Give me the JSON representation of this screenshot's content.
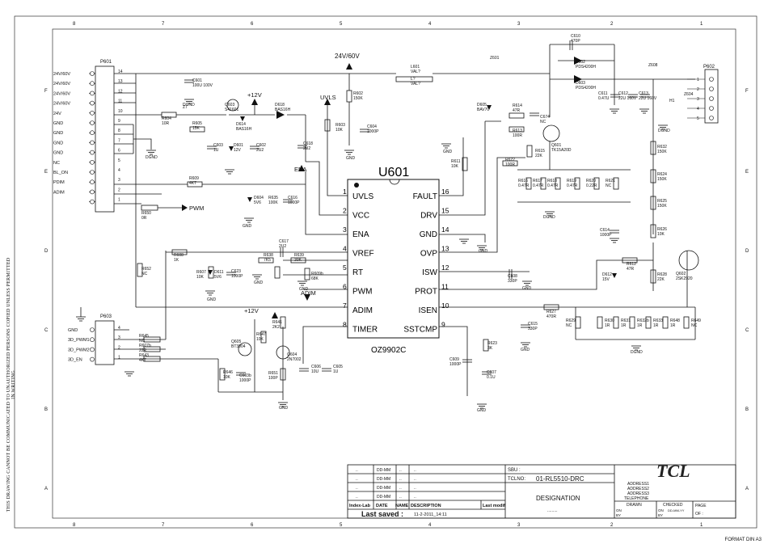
{
  "grid": {
    "columns": [
      "8",
      "7",
      "6",
      "5",
      "4",
      "3",
      "2",
      "1"
    ],
    "rows": [
      "F",
      "E",
      "D",
      "C",
      "B",
      "A"
    ]
  },
  "side_notice": "THIS DRAWING CANNOT BE COMMUNICATED TO UNAUTHORIZED PERSONS COPIED UNLESS PERMITTED IN WRITING",
  "format_note": "FORMAT DIN A3",
  "ic": {
    "ref": "U601",
    "part": "OZ9902C",
    "left_pins": [
      {
        "num": "1",
        "name": "UVLS"
      },
      {
        "num": "2",
        "name": "VCC"
      },
      {
        "num": "3",
        "name": "ENA"
      },
      {
        "num": "4",
        "name": "VREF"
      },
      {
        "num": "5",
        "name": "RT"
      },
      {
        "num": "6",
        "name": "PWM"
      },
      {
        "num": "7",
        "name": "ADIM"
      },
      {
        "num": "8",
        "name": "TIMER"
      }
    ],
    "right_pins": [
      {
        "num": "16",
        "name": "FAULT"
      },
      {
        "num": "15",
        "name": "DRV"
      },
      {
        "num": "14",
        "name": "GND"
      },
      {
        "num": "13",
        "name": "OVP"
      },
      {
        "num": "12",
        "name": "ISW"
      },
      {
        "num": "11",
        "name": "PROT"
      },
      {
        "num": "10",
        "name": "ISEN"
      },
      {
        "num": "9",
        "name": "SSTCMP"
      }
    ]
  },
  "connectors": {
    "p601": {
      "ref": "P601",
      "pins": [
        {
          "num": "14",
          "net": "24V/60V"
        },
        {
          "num": "13",
          "net": "24V/60V"
        },
        {
          "num": "12",
          "net": "24V/60V"
        },
        {
          "num": "11",
          "net": "24V/60V"
        },
        {
          "num": "10",
          "net": "24V"
        },
        {
          "num": "9",
          "net": "GND"
        },
        {
          "num": "8",
          "net": "GND"
        },
        {
          "num": "7",
          "net": "GND"
        },
        {
          "num": "6",
          "net": "GND"
        },
        {
          "num": "5",
          "net": "NC"
        },
        {
          "num": "4",
          "net": "BL_ON"
        },
        {
          "num": "3",
          "net": "PDIM"
        },
        {
          "num": "2",
          "net": "ADIM"
        },
        {
          "num": "1",
          "net": ""
        }
      ]
    },
    "p603": {
      "ref": "P603",
      "pins": [
        {
          "num": "4",
          "net": "GND"
        },
        {
          "num": "3",
          "net": "3D_PWM1"
        },
        {
          "num": "2",
          "net": "3D_PWM2"
        },
        {
          "num": "1",
          "net": "3D_EN"
        }
      ]
    },
    "p602": {
      "ref": "P602",
      "pins": [
        "1",
        "2",
        "3",
        "4",
        "5"
      ]
    }
  },
  "net_labels": {
    "v24_60": "24V/60V",
    "v12a": "+12V",
    "v12b": "+12V",
    "uvls": "UVLS",
    "ena": "ENA",
    "pwm": "PWM",
    "adim": "ADIM",
    "dgnd": "DGND",
    "gnd": "GND",
    "z7": "Z7",
    "z601": "Z601",
    "z608": "Z608",
    "z604": "Z604",
    "h1": "H1"
  },
  "parts": [
    {
      "ref": "L601",
      "val": "VAL?"
    },
    {
      "ref": "L?",
      "val": "VAL?"
    },
    {
      "ref": "C610",
      "val": "470P"
    },
    {
      "ref": "D602",
      "val": "PDS4200H"
    },
    {
      "ref": "D603",
      "val": "PDS4200H"
    },
    {
      "ref": "C601",
      "val": "100U 100V"
    },
    {
      "ref": "R604",
      "val": "10R"
    },
    {
      "ref": "Q603",
      "val": "S41601"
    },
    {
      "ref": "D618",
      "val": "BAS16H"
    },
    {
      "ref": "D614",
      "val": "BAS16H"
    },
    {
      "ref": "R605",
      "val": "15K"
    },
    {
      "ref": "C603",
      "val": "1U"
    },
    {
      "ref": "D601",
      "val": "12V"
    },
    {
      "ref": "C602",
      "val": "2U2"
    },
    {
      "ref": "C618",
      "val": "2U2"
    },
    {
      "ref": "R602",
      "val": "150K"
    },
    {
      "ref": "R603",
      "val": "10K"
    },
    {
      "ref": "C604",
      "val": "1000P"
    },
    {
      "ref": "R609",
      "val": "4K7"
    },
    {
      "ref": "D604",
      "val": "5V6"
    },
    {
      "ref": "R635",
      "val": "100K"
    },
    {
      "ref": "C616",
      "val": "1000P"
    },
    {
      "ref": "R650",
      "val": "0R"
    },
    {
      "ref": "R652",
      "val": "NC"
    },
    {
      "ref": "R608",
      "val": "1K"
    },
    {
      "ref": "R607",
      "val": "10K"
    },
    {
      "ref": "D611",
      "val": "5V6"
    },
    {
      "ref": "C623",
      "val": "1000P"
    },
    {
      "ref": "C617",
      "val": "2U2"
    },
    {
      "ref": "R638",
      "val": "7K5"
    },
    {
      "ref": "R639",
      "val": "30K"
    },
    {
      "ref": "R609b",
      "val": "68K"
    },
    {
      "ref": "R645",
      "val": "NC"
    },
    {
      "ref": "R607b",
      "val": "22R"
    },
    {
      "ref": "R643",
      "val": "4K7"
    },
    {
      "ref": "R641",
      "val": "2K2"
    },
    {
      "ref": "R647",
      "val": "10K"
    },
    {
      "ref": "Q605",
      "val": "BT3904"
    },
    {
      "ref": "Q604",
      "val": "2N7002"
    },
    {
      "ref": "R646",
      "val": "10K"
    },
    {
      "ref": "C603b",
      "val": "1000P"
    },
    {
      "ref": "R651",
      "val": "100P"
    },
    {
      "ref": "C606",
      "val": "10U"
    },
    {
      "ref": "C605",
      "val": "1U"
    },
    {
      "ref": "D605",
      "val": "BAV70"
    },
    {
      "ref": "R614",
      "val": "47R"
    },
    {
      "ref": "R613",
      "val": "100R"
    },
    {
      "ref": "C674",
      "val": "NC"
    },
    {
      "ref": "Q601",
      "val": "TK15A20D"
    },
    {
      "ref": "R615",
      "val": "22K"
    },
    {
      "ref": "R622",
      "val": "100R"
    },
    {
      "ref": "R611",
      "val": "10K"
    },
    {
      "ref": "R616",
      "val": "0.47R"
    },
    {
      "ref": "R617",
      "val": "0.47R"
    },
    {
      "ref": "R618",
      "val": "0.47R"
    },
    {
      "ref": "R619",
      "val": "0.47R"
    },
    {
      "ref": "R620",
      "val": "0.22R"
    },
    {
      "ref": "R621",
      "val": "NC"
    },
    {
      "ref": "C611",
      "val": "0.47U"
    },
    {
      "ref": "C612",
      "val": "22U 160V"
    },
    {
      "ref": "C613",
      "val": "22U 160V"
    },
    {
      "ref": "R632",
      "val": "150K"
    },
    {
      "ref": "R624",
      "val": "150K"
    },
    {
      "ref": "R625",
      "val": "150K"
    },
    {
      "ref": "R626",
      "val": "10K"
    },
    {
      "ref": "C614",
      "val": "1000P"
    },
    {
      "ref": "R612",
      "val": "47R"
    },
    {
      "ref": "Q602",
      "val": "2SK2920"
    },
    {
      "ref": "D612",
      "val": "15V"
    },
    {
      "ref": "R628",
      "val": "22K"
    },
    {
      "ref": "C608",
      "val": "330P"
    },
    {
      "ref": "R627",
      "val": "470R"
    },
    {
      "ref": "C615",
      "val": "330P"
    },
    {
      "ref": "R623",
      "val": "3K"
    },
    {
      "ref": "C609",
      "val": "1000P"
    },
    {
      "ref": "C607",
      "val": "0.1U"
    },
    {
      "ref": "R629",
      "val": "NC"
    },
    {
      "ref": "R630",
      "val": "1R"
    },
    {
      "ref": "R631",
      "val": "1R"
    },
    {
      "ref": "R632b",
      "val": "1R"
    },
    {
      "ref": "R633",
      "val": "1R"
    },
    {
      "ref": "R648",
      "val": "1R"
    },
    {
      "ref": "R649",
      "val": "NC"
    }
  ],
  "title_block": {
    "rev_rows": [
      {
        "a": "..",
        "b": "DD-MM",
        "c": "..",
        "d": ".."
      },
      {
        "a": "..",
        "b": "DD-MM",
        "c": "..",
        "d": ".."
      },
      {
        "a": "..",
        "b": "DD-MM",
        "c": "..",
        "d": ".."
      },
      {
        "a": "..",
        "b": "DD-MM",
        "c": "..",
        "d": ".."
      }
    ],
    "header_cols": [
      "Index-Lab",
      "DATE",
      "NAME",
      "DESCRIPTION",
      "Last modif"
    ],
    "last_saved_label": "Last saved :",
    "last_saved_value": "11-2-2011_14:11",
    "sbu_label": "SBU :",
    "tclno_label": "TCLNO:",
    "tclno_value": "01-RL5510-DRC",
    "designation_label": "DESIGNATION",
    "designation_value": ".........",
    "company": "TCL",
    "address": [
      "ADDRESS1",
      "ADDRESS2",
      "ADDRESS3",
      "TELEPHONE"
    ],
    "drawn_label": "DRAWN",
    "checked_label": "CHECKED",
    "checked_value": "DD-MM-YY",
    "on_label": "ON",
    "by_label": "BY",
    "page_label": "PAGE",
    "of_label": "OF :"
  }
}
